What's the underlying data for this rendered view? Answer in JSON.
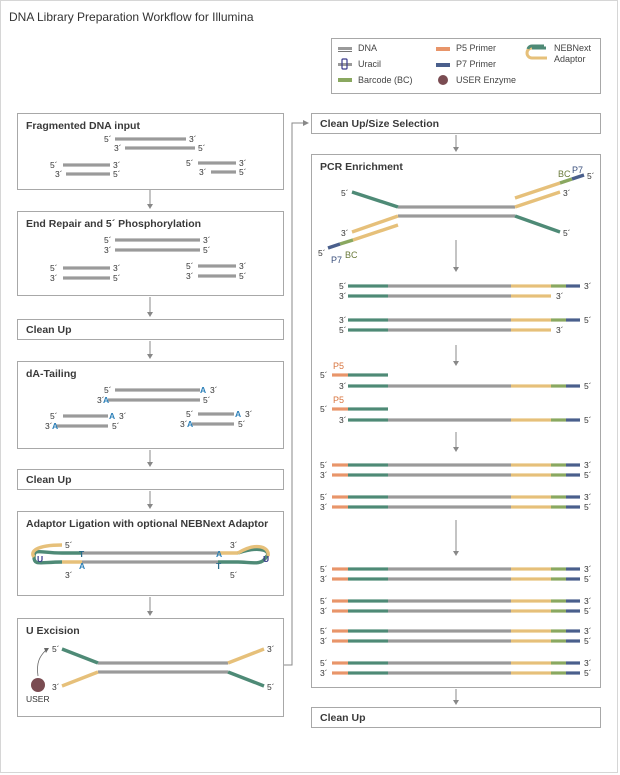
{
  "page_title": "DNA Library Preparation Workflow for Illumina",
  "legend": {
    "dna": "DNA",
    "uracil": "Uracil",
    "barcode": "Barcode (BC)",
    "p5": "P5 Primer",
    "p7": "P7 Primer",
    "user_enzyme": "USER Enzyme",
    "adaptor_line1": "NEBNext",
    "adaptor_line2": "Adaptor"
  },
  "steps": {
    "fragmented": "Fragmented DNA input",
    "end_repair": "End Repair and 5´ Phosphorylation",
    "clean_up_1": "Clean Up",
    "da_tailing": "dA-Tailing",
    "clean_up_2": "Clean Up",
    "ligation": "Adaptor Ligation with optional NEBNext Adaptor",
    "u_excision": "U Excision",
    "size_selection": "Clean Up/Size Selection",
    "pcr": "PCR Enrichment",
    "clean_up_final": "Clean Up"
  },
  "labels": {
    "five_prime": "5´",
    "three_prime": "3´",
    "a_base": "A",
    "t_base": "T",
    "u_base": "U",
    "p5": "P5",
    "p7": "P7",
    "bc": "BC",
    "user": "USER"
  },
  "colors": {
    "dna": "#9a9a9a",
    "uracil": "#3a3a8c",
    "barcode": "#8aa860",
    "p5": "#e8956a",
    "p7": "#4a5f8c",
    "adaptor_green": "#4e8a76",
    "adaptor_yellow": "#e6c07a",
    "user_enzyme": "#7a4c52",
    "a_text": "#2a7fb8"
  }
}
